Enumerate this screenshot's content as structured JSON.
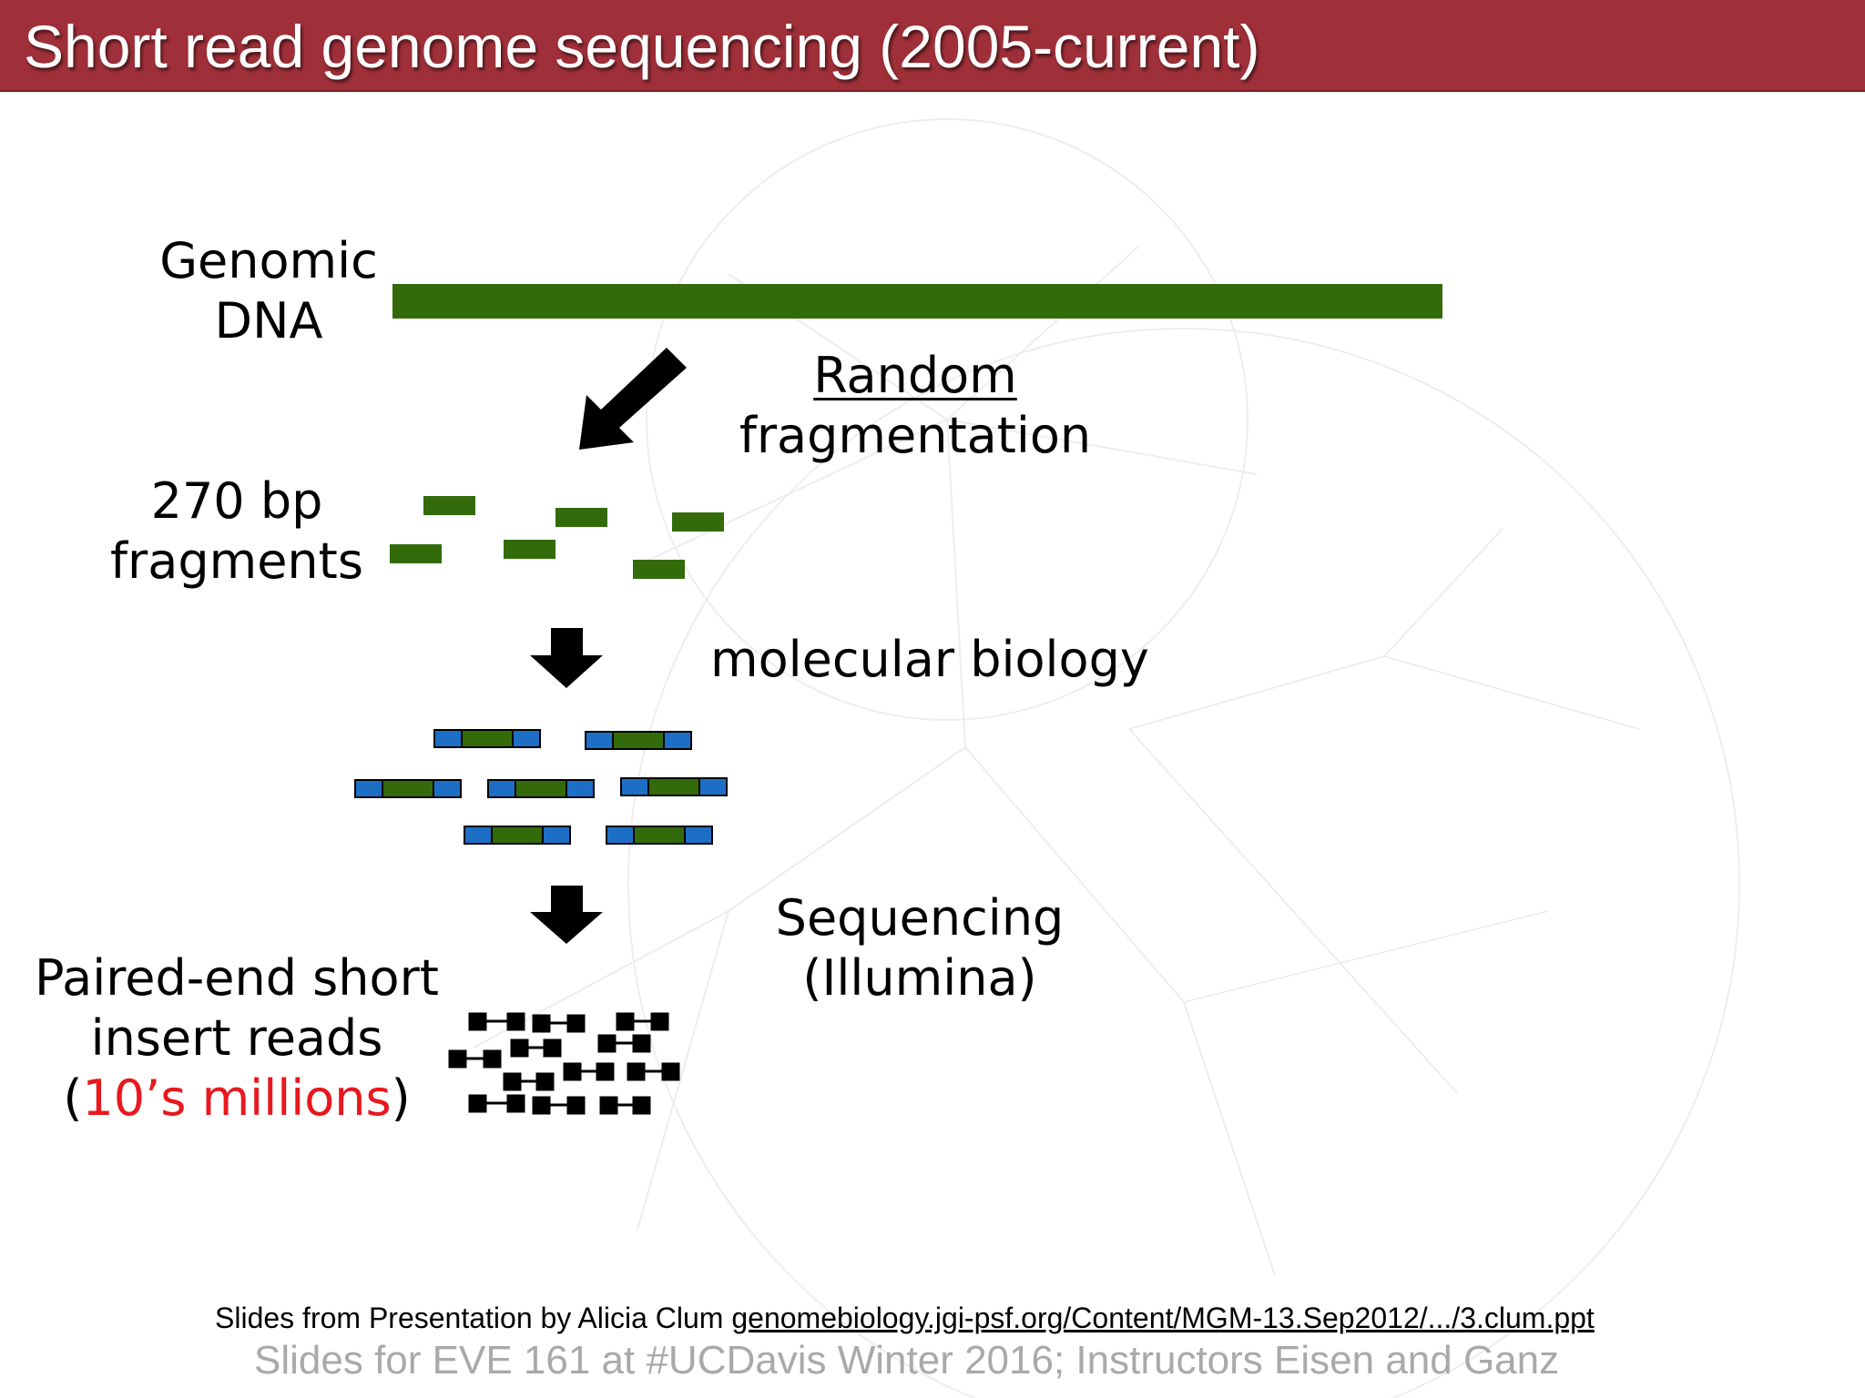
{
  "title": "Short read genome sequencing (2005-current)",
  "colors": {
    "title_bar": "#9f2f38",
    "dna_green": "#336b0b",
    "adapter_blue": "#1d6fc6",
    "highlight_red": "#e8181e",
    "footer_gray": "#a9a9a9"
  },
  "labels": {
    "genomic_line1": "Genomic",
    "genomic_line2": "DNA",
    "random": "Random",
    "fragmentation": "fragmentation",
    "fragments_line1": "270 bp",
    "fragments_line2": "fragments",
    "molecular_biology": "molecular biology",
    "sequencing_line1": "Sequencing",
    "sequencing_line2": "(Illumina)",
    "reads_line1": "Paired-end short",
    "reads_line2": "insert reads",
    "reads_open_paren": "(",
    "reads_count": "10’s millions",
    "reads_close_paren": ")"
  },
  "credit": {
    "prefix": "Slides from Presentation by Alicia Clum ",
    "link_text": "genomebiology.jgi-psf.org/Content/MGM-13.Sep2012/.../3.clum.ppt"
  },
  "footer": "Slides for EVE 161 at #UCDavis Winter 2016; Instructors Eisen and Ganz",
  "icons": {
    "fragmentation_arrow": "diagonal-arrow-icon",
    "step_arrow": "down-arrow-icon",
    "read_pair": "paired-read-icon"
  }
}
